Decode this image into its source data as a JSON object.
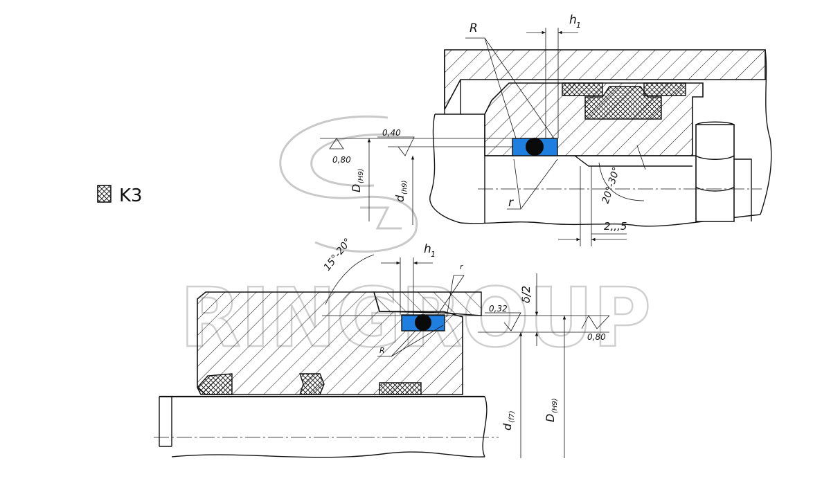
{
  "colors": {
    "ring_blue": "#1e7fe0",
    "oring_black": "#0a0a0a",
    "line": "#111111",
    "watermark": "#c9c9c9"
  },
  "legend": {
    "symbol": "crosshatch-box-icon",
    "label": "K3"
  },
  "watermark": {
    "text": "RINGROUP"
  },
  "top_view": {
    "R": "R",
    "h1_main": "h",
    "h1_sub": "1",
    "roughness_040": "0,40",
    "roughness_080": "0,80",
    "D_main": "D",
    "D_sub": "(H9)",
    "d_main": "d",
    "d_sub": "(h9)",
    "r": "r",
    "angle": "20°-30°",
    "chamfer": "2,,,5"
  },
  "bottom_view": {
    "angle": "15°-20°",
    "h1_main": "h",
    "h1_sub": "1",
    "r": "r",
    "R": "R",
    "roughness_032": "0,32",
    "roughness_080": "0,80",
    "delta": "δ/2",
    "d_main": "d",
    "d_sub": "(f7)",
    "D_main": "D",
    "D_sub": "(H9)"
  }
}
